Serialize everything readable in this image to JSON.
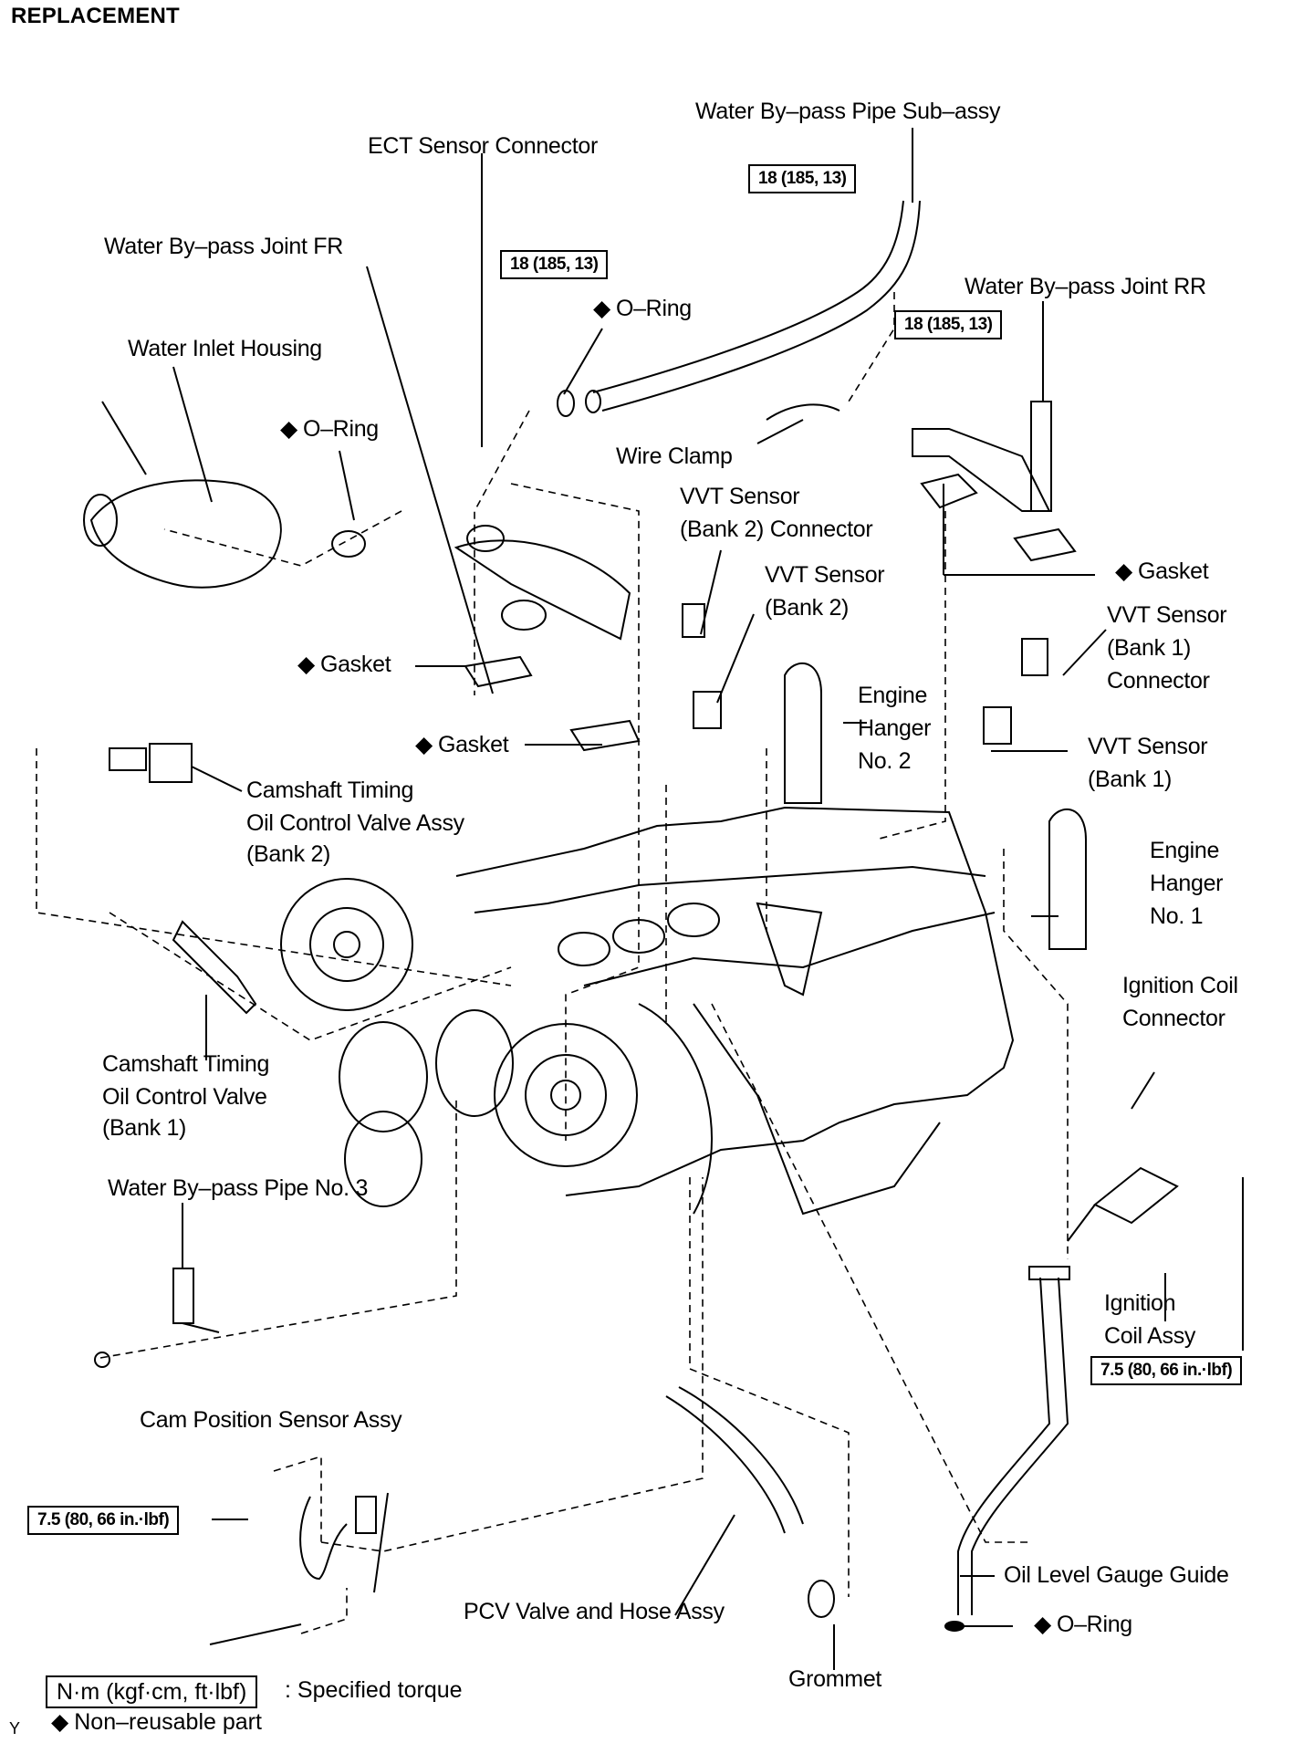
{
  "title": "REPLACEMENT",
  "non_reusable_symbol": "◆",
  "labels": {
    "water_bypass_pipe_sub_assy": "Water By–pass Pipe Sub–assy",
    "ect_sensor_connector": "ECT Sensor Connector",
    "water_bypass_joint_fr": "Water By–pass Joint FR",
    "water_bypass_joint_rr": "Water By–pass Joint RR",
    "o_ring_top": "O–Ring",
    "water_inlet_housing": "Water Inlet Housing",
    "o_ring_left": "O–Ring",
    "wire_clamp": "Wire Clamp",
    "vvt_sensor_bank2_connector_1": "VVT Sensor",
    "vvt_sensor_bank2_connector_2": "(Bank 2) Connector",
    "gasket_rr": "Gasket",
    "vvt_sensor_bank2_1": "VVT Sensor",
    "vvt_sensor_bank2_2": "(Bank 2)",
    "vvt_sensor_bank1_connector_1": "VVT Sensor",
    "vvt_sensor_bank1_connector_2": "(Bank 1)",
    "vvt_sensor_bank1_connector_3": "Connector",
    "gasket_fr_upper": "Gasket",
    "gasket_fr_lower": "Gasket",
    "engine_hanger_no2_1": "Engine",
    "engine_hanger_no2_2": "Hanger",
    "engine_hanger_no2_3": "No. 2",
    "vvt_sensor_bank1_1": "VVT Sensor",
    "vvt_sensor_bank1_2": "(Bank 1)",
    "ocv_assy_bank2_1": "Camshaft Timing",
    "ocv_assy_bank2_2": "Oil Control Valve Assy",
    "ocv_assy_bank2_3": "(Bank 2)",
    "engine_hanger_no1_1": "Engine",
    "engine_hanger_no1_2": "Hanger",
    "engine_hanger_no1_3": "No. 1",
    "ignition_coil_connector_1": "Ignition Coil",
    "ignition_coil_connector_2": "Connector",
    "ocv_bank1_1": "Camshaft Timing",
    "ocv_bank1_2": "Oil Control Valve",
    "ocv_bank1_3": "(Bank 1)",
    "water_bypass_pipe_no3": "Water By–pass Pipe No. 3",
    "ignition_coil_assy_1": "Ignition",
    "ignition_coil_assy_2": "Coil Assy",
    "cam_position_sensor_assy": "Cam Position Sensor Assy",
    "oil_level_gauge_guide": "Oil Level Gauge Guide",
    "pcv_valve_hose_assy": "PCV Valve and Hose Assy",
    "o_ring_bottom": "O–Ring",
    "grommet": "Grommet"
  },
  "torque_specs": {
    "water_bypass_pipe": "18 (185, 13)",
    "water_bypass_joint_fr": "18 (185, 13)",
    "water_bypass_joint_rr": "18 (185, 13)",
    "ignition_coil": "7.5 (80, 66 in.·lbf)",
    "cam_position_sensor": "7.5 (80, 66 in.·lbf)"
  },
  "legend": {
    "torque_unit": "N·m (kgf·cm, ft·lbf)",
    "torque_desc": ": Specified torque",
    "non_reusable": "Non–reusable part",
    "code": "Y"
  }
}
